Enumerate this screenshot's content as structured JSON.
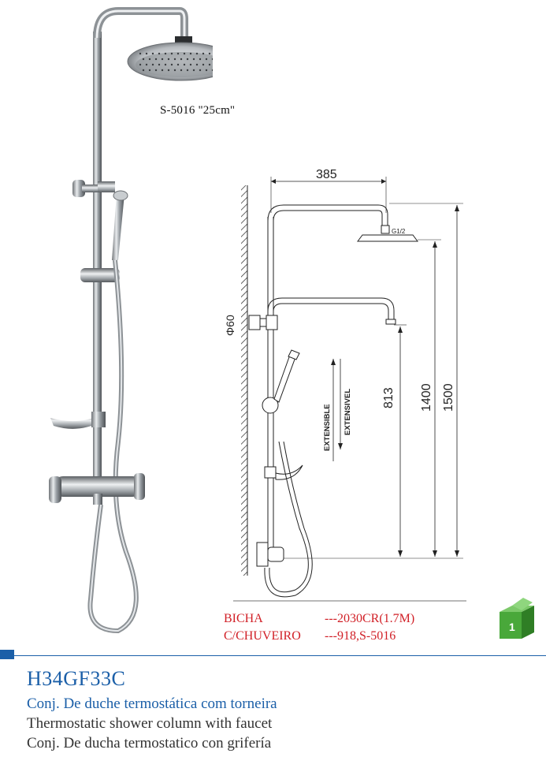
{
  "model_label": "S-5016  \"25cm\"",
  "dimensions": {
    "width": "385",
    "thread": "G1/2",
    "diameter": "Φ60",
    "h1": "813",
    "h2": "1400",
    "h3": "1500",
    "extensible": "EXTENSIBLE",
    "extensivel": "EXTENSIVEL"
  },
  "specs": [
    {
      "key": "BICHA",
      "value": "---2030CR(1.7M)"
    },
    {
      "key": "C/CHUVEIRO",
      "value": "---918,S-5016"
    }
  ],
  "badge": "1",
  "product": {
    "code": "H34GF33C",
    "desc_pt": "Conj. De duche termostática com torneira",
    "desc_en": "Thermostatic shower column with faucet",
    "desc_es": "Conj. De ducha termostatico con grifería"
  },
  "colors": {
    "accent_blue": "#1b5fa8",
    "spec_red": "#d12027",
    "badge_green": "#49a83a"
  }
}
